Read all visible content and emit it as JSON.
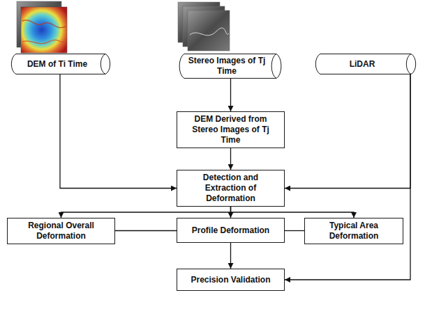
{
  "diagram": {
    "nodes": [
      {
        "text": [
          "DEM of Ti Time"
        ]
      },
      {
        "text": [
          "Stereo Images of Tj Time"
        ]
      },
      {
        "text": [
          "LiDAR"
        ]
      },
      {
        "text": [
          "DEM Derived from Stereo Images of Tj Time"
        ]
      },
      {
        "text": [
          "Detection and Extraction of Deformation"
        ]
      },
      {
        "text": [
          "Regional Overall Deformation"
        ]
      },
      {
        "text": [
          "Profile Deformation"
        ]
      },
      {
        "text": [
          "Typical Area Deformation"
        ]
      },
      {
        "text": [
          "Precision Validation"
        ]
      }
    ],
    "edges": [
      {
        "from": 1,
        "to": 3,
        "arrow": "to"
      },
      {
        "from": 0,
        "to": 4,
        "arrow": "to"
      },
      {
        "from": 3,
        "to": 4,
        "arrow": "to"
      },
      {
        "from": 2,
        "to": 4,
        "arrow": "to"
      },
      {
        "from": 4,
        "to": 5,
        "arrow": "to"
      },
      {
        "from": 4,
        "to": 6,
        "arrow": "to"
      },
      {
        "from": 4,
        "to": 7,
        "arrow": "to"
      },
      {
        "from": 5,
        "to": 6,
        "arrow": "none"
      },
      {
        "from": 6,
        "to": 7,
        "arrow": "none"
      },
      {
        "from": 6,
        "to": 8,
        "arrow": "to"
      },
      {
        "from": 2,
        "to": 8,
        "arrow": "to"
      }
    ]
  }
}
